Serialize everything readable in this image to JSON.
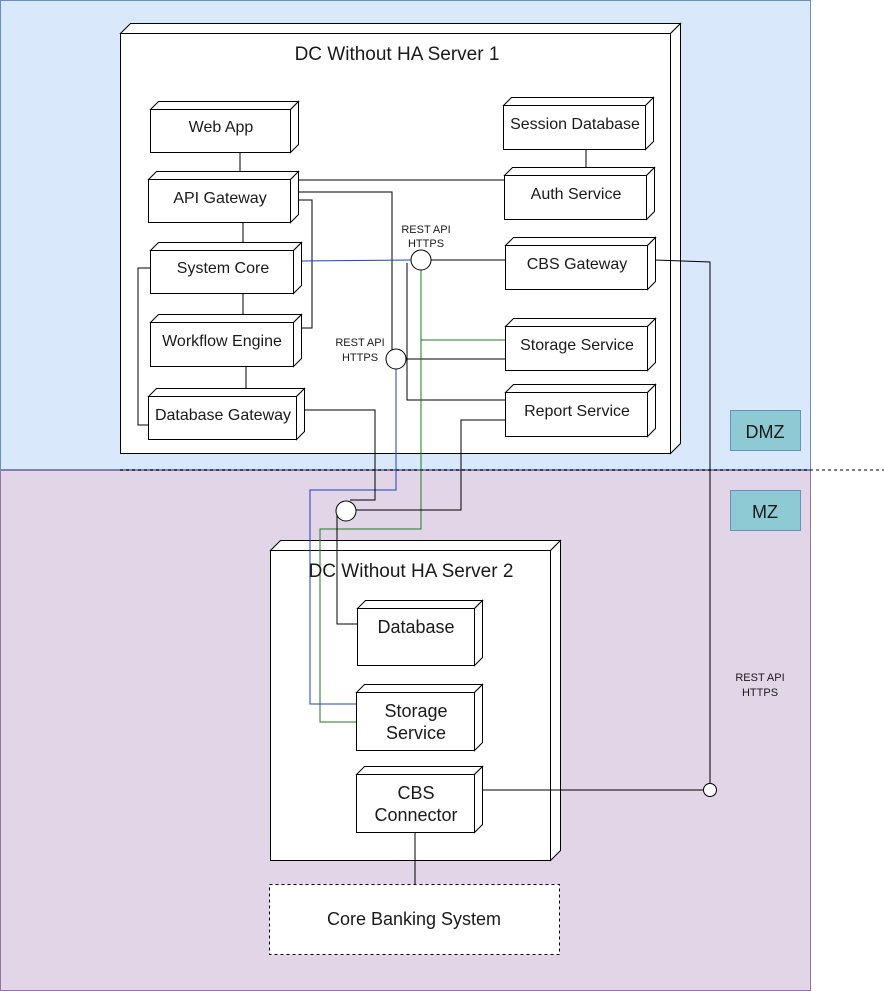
{
  "colors": {
    "dmz_bg": "#dae8fc",
    "dmz_border": "#6c8ebf",
    "mz_bg": "#e1d5e7",
    "mz_border": "#9673a6",
    "zone_label_bg": "#8ecad4",
    "line_black": "#000000",
    "line_blue": "#1f3fbf",
    "line_green": "#1f7a1f"
  },
  "zones": {
    "dmz_label": "DMZ",
    "mz_label": "MZ"
  },
  "server1": {
    "title": "DC Without HA Server 1",
    "components": {
      "web_app": "Web App",
      "api_gateway": "API Gateway",
      "system_core": "System Core",
      "workflow_engine": "Workflow Engine",
      "database_gateway": "Database Gateway",
      "session_database": "Session Database",
      "auth_service": "Auth Service",
      "cbs_gateway": "CBS Gateway",
      "storage_service": "Storage Service",
      "report_service": "Report Service"
    },
    "interface_top": {
      "line1": "REST API",
      "line2": "HTTPS"
    },
    "interface_mid": {
      "line1": "REST API",
      "line2": "HTTPS"
    }
  },
  "server2": {
    "title": "DC Without HA Server 2",
    "components": {
      "database": "Database",
      "storage_service": {
        "line1": "Storage",
        "line2": "Service"
      },
      "cbs_connector": {
        "line1": "CBS",
        "line2": "Connector"
      }
    }
  },
  "external_interface": {
    "line1": "REST API",
    "line2": "HTTPS"
  },
  "core_banking": "Core Banking System"
}
